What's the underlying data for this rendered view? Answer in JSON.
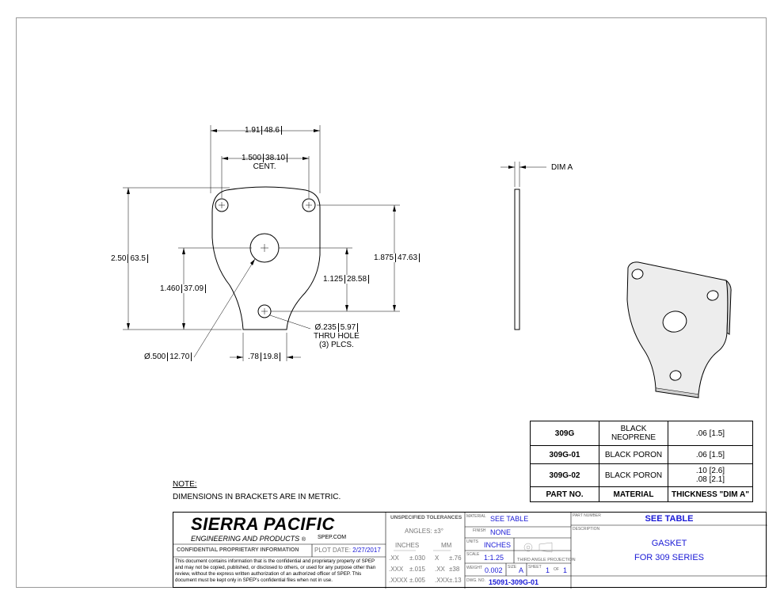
{
  "drawing": {
    "dims": {
      "overall_width": {
        "in": "1.91",
        "mm": "48.6"
      },
      "hole_spacing": {
        "in": "1.500",
        "mm": "38.10",
        "note": "CENT."
      },
      "overall_height": {
        "in": "2.50",
        "mm": "63.5"
      },
      "top_holes_height": {
        "in": "1.875",
        "mm": "47.63"
      },
      "center_hole_height": {
        "in": "1.460",
        "mm": "37.09"
      },
      "center_to_bottom_hole": {
        "in": "1.125",
        "mm": "28.58"
      },
      "small_hole": {
        "prefix": "Ø",
        "in": ".235",
        "mm": "5.97",
        "line2": "THRU HOLE",
        "line3": "(3) PLCS."
      },
      "large_hole": {
        "prefix": "Ø",
        "in": ".500",
        "mm": "12.70"
      },
      "bottom_width": {
        "in": ".78",
        "mm": "19.8"
      },
      "side_thickness": {
        "label": "DIM A"
      }
    }
  },
  "note": {
    "title": "NOTE:",
    "text": "DIMENSIONS IN BRACKETS ARE IN METRIC."
  },
  "parts_table": {
    "headers": [
      "PART NO.",
      "MATERIAL",
      "THICKNESS \"DIM A\""
    ],
    "rows": [
      {
        "part": "309G",
        "material_l1": "BLACK",
        "material_l2": "NEOPRENE",
        "thick_l1": ".06 [1.5]",
        "thick_l2": ""
      },
      {
        "part": "309G-01",
        "material_l1": "BLACK PORON",
        "material_l2": "",
        "thick_l1": ".06 [1.5]",
        "thick_l2": ""
      },
      {
        "part": "309G-02",
        "material_l1": "BLACK PORON",
        "material_l2": "",
        "thick_l1": ".10 [2.6]",
        "thick_l2": ".08 [2.1]"
      }
    ]
  },
  "title_block": {
    "company": "SIERRA PACIFIC",
    "company_sub": "ENGINEERING AND PRODUCTS",
    "company_mark": "®",
    "website": "SPEP.COM",
    "confidential_label": "CONFIDENTIAL PROPRIETARY INFORMATION",
    "plot_date_label": "PLOT DATE:",
    "plot_date": "2/27/2017",
    "confidential_text": "This document contains information that is the confidential and proprietary property of SPEP and may not be copied, published, or disclosed to others, or used for any purpose other than review, without the express written authorization of an authorized officer of SPEP. This document must be kept only in SPEP's confidential files when not in use.",
    "tolerances": {
      "title": "UNSPECIFIED TOLERANCES",
      "angles": "ANGLES: ±3°",
      "inches_label": "INCHES",
      "mm_label": "MM",
      "rows": [
        {
          "ik": ".XX",
          "iv": "±.030",
          "mk": "X",
          "mv": "±.76"
        },
        {
          "ik": ".XXX",
          "iv": "±.015",
          "mk": ".XX",
          "mv": "±38"
        },
        {
          "ik": ".XXXX",
          "iv": "±.005",
          "mk": ".XXX",
          "mv": "±.13"
        }
      ]
    },
    "material_label": "MATERIAL",
    "material": "SEE TABLE",
    "finish_label": "FINISH",
    "finish": "NONE",
    "units_label": "UNITS",
    "units": "INCHES",
    "scale_label": "SCALE",
    "scale": "1:1.25",
    "projection_label": "THIRD ANGLE PROJECTION",
    "weight_label": "WEIGHT",
    "weight": "0.002",
    "size_label": "SIZE",
    "size": "A",
    "sheet_label": "SHEET",
    "sheet": "1",
    "of_label": "OF",
    "sheet_total": "1",
    "dwg_label": "DWG. NO.",
    "dwg_no": "15091-309G-01",
    "part_number_label": "PART NUMBER",
    "part_number": "SEE TABLE",
    "description_label": "DESCRIPTION",
    "description_l1": "GASKET",
    "description_l2": "FOR 309 SERIES"
  }
}
